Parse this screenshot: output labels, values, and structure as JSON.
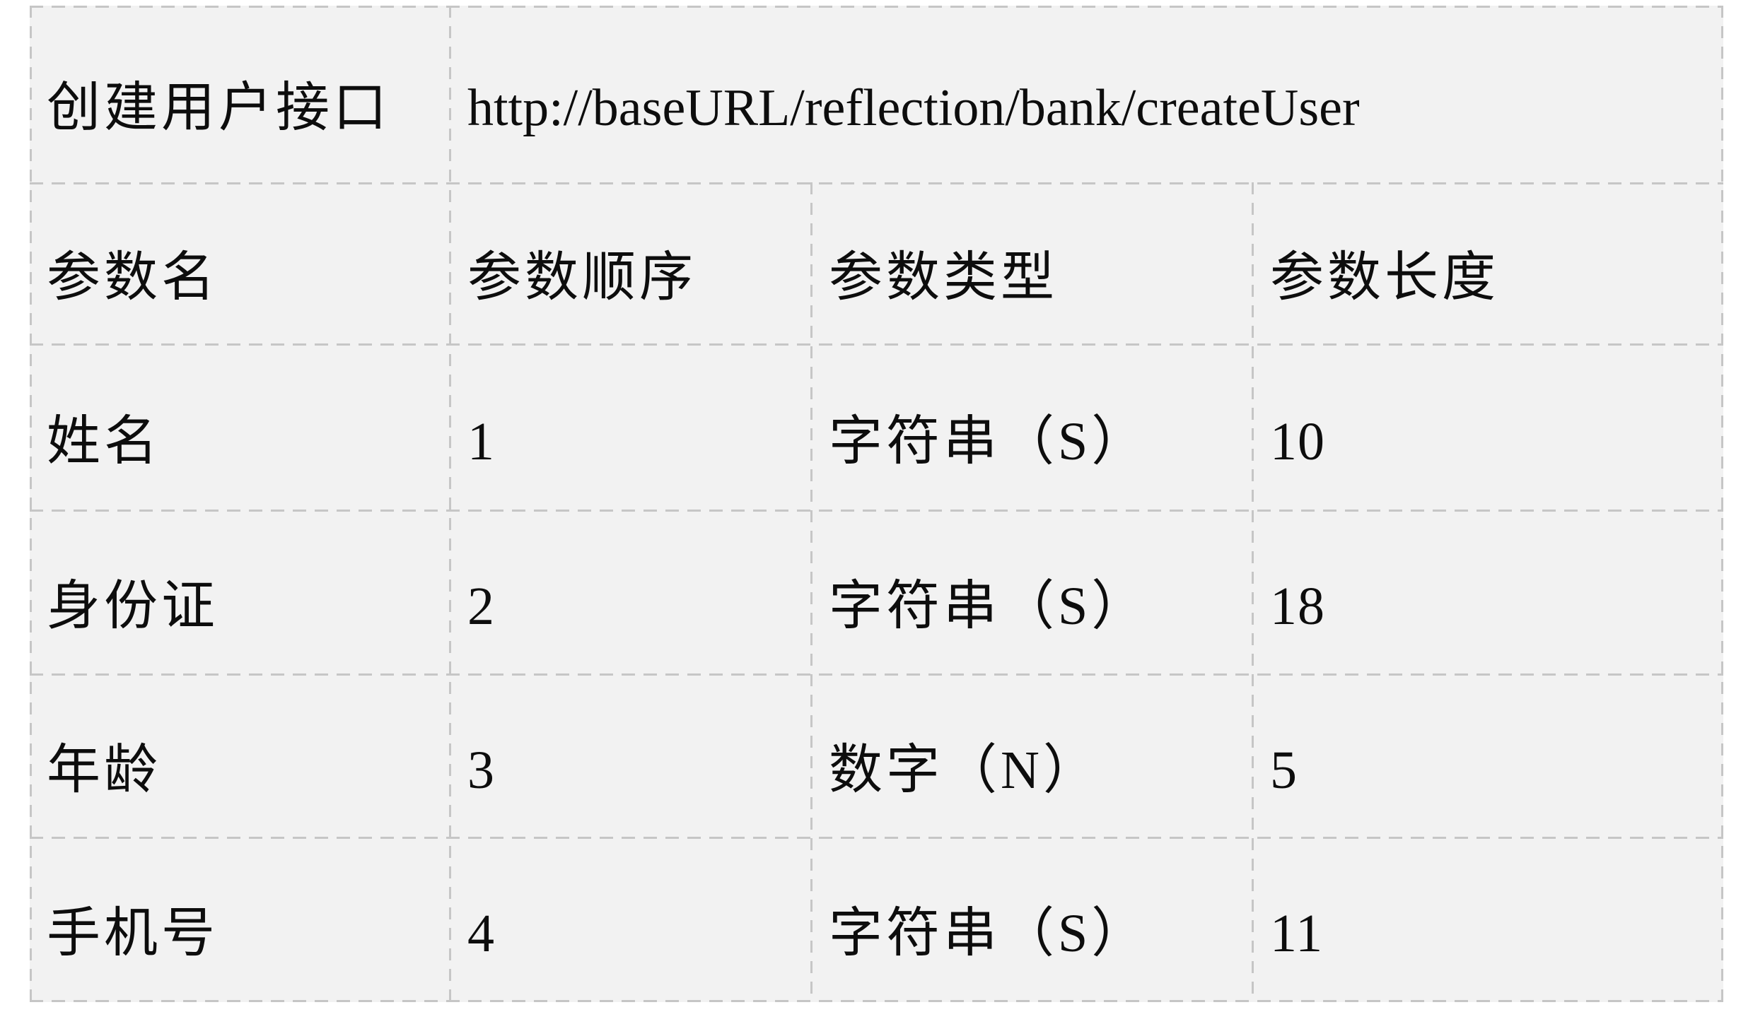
{
  "table": {
    "interface_row": {
      "label": "创建用户接口",
      "url": "http://baseURL/reflection/bank/createUser"
    },
    "headers": [
      "参数名",
      "参数顺序",
      "参数类型",
      "参数长度"
    ],
    "rows": [
      {
        "name": "姓名",
        "order": "1",
        "type": "字符串（S）",
        "length": "10"
      },
      {
        "name": "身份证",
        "order": "2",
        "type": "字符串（S）",
        "length": "18"
      },
      {
        "name": "年龄",
        "order": "3",
        "type": "数字（N）",
        "length": "5"
      },
      {
        "name": "手机号",
        "order": "4",
        "type": "字符串（S）",
        "length": "11"
      }
    ],
    "colors": {
      "page_bg": "#ffffff",
      "table_bg": "#f2f2f2",
      "border": "#c6c6c6",
      "text": "#0d0d0d"
    }
  }
}
